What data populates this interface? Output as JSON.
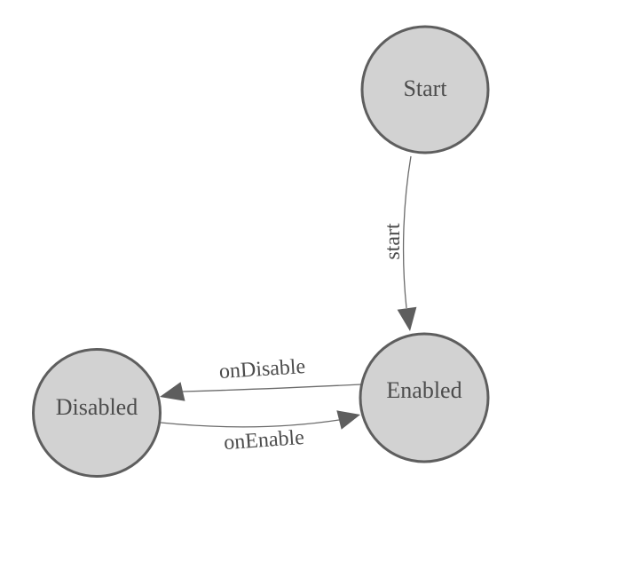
{
  "diagram": {
    "type": "state-machine",
    "background_color": "#ffffff",
    "colors": {
      "node_fill": "#d2d2d2",
      "node_border": "#5e5e5e",
      "edge_line": "#6b6b6b",
      "arrowhead": "#5e5e5e",
      "label_text": "#4c4c4c"
    },
    "nodes": [
      {
        "id": "start",
        "label": "Start"
      },
      {
        "id": "enabled",
        "label": "Enabled"
      },
      {
        "id": "disabled",
        "label": "Disabled"
      }
    ],
    "edges": [
      {
        "from": "Start",
        "to": "Enabled",
        "label": "start"
      },
      {
        "from": "Enabled",
        "to": "Disabled",
        "label": "onDisable"
      },
      {
        "from": "Disabled",
        "to": "Enabled",
        "label": "onEnable"
      }
    ]
  }
}
